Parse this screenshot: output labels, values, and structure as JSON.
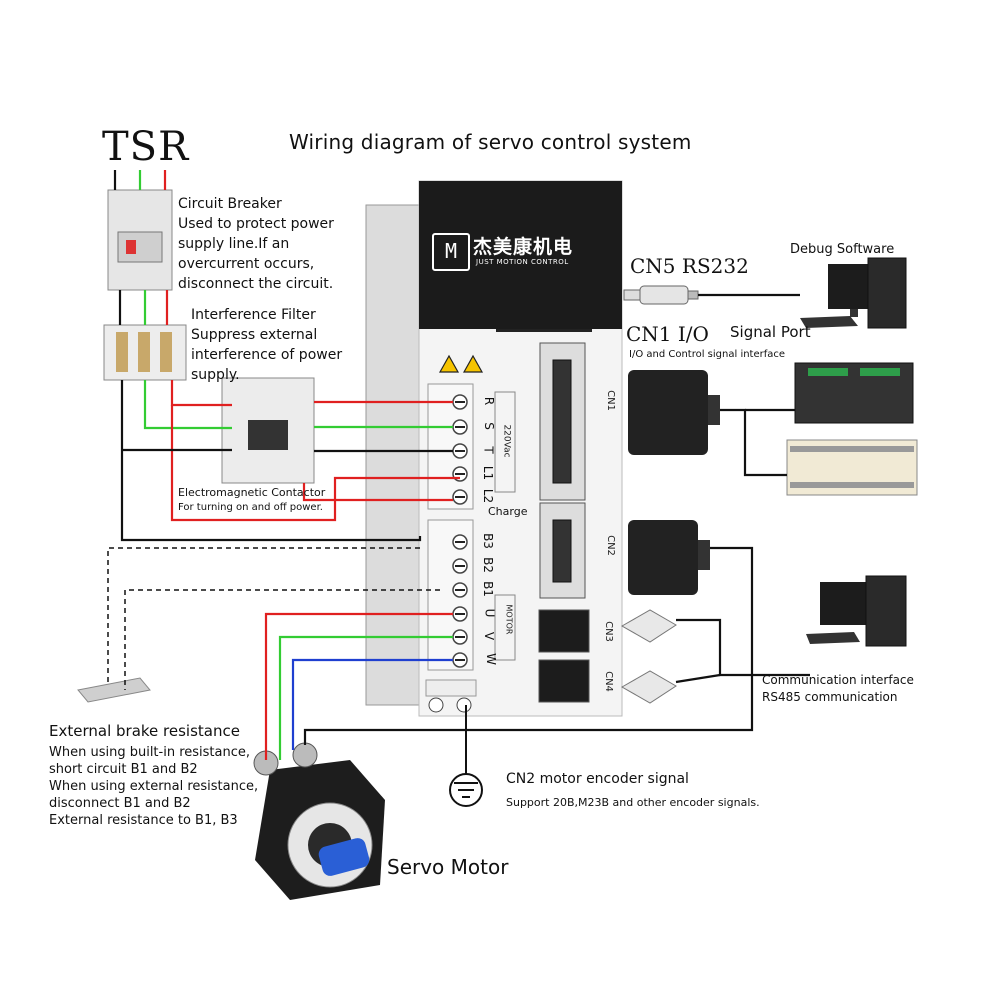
{
  "title": "Wiring diagram of servo control system",
  "power": {
    "label": "TSR"
  },
  "breaker": {
    "title": "Circuit Breaker",
    "lines": [
      "Used to protect power",
      "supply line.If an",
      "overcurrent occurs,",
      "disconnect the circuit."
    ]
  },
  "filter": {
    "title": "Interference Filter",
    "lines": [
      "Suppress external",
      "interference of power",
      "supply."
    ]
  },
  "contactor": {
    "title": "Electromagnetic Contactor",
    "desc": "For turning on and off power."
  },
  "brake": {
    "title": "External brake resistance",
    "lines": [
      "When using built-in resistance,",
      "short circuit B1 and B2",
      "When using external resistance,",
      "disconnect B1 and B2",
      "External resistance to B1, B3"
    ]
  },
  "drive": {
    "brand_cn": "杰美康机电",
    "brand_en": "JUST MOTION CONTROL",
    "brand_mark": "M",
    "power_terminals": [
      "R",
      "S",
      "T",
      "L1",
      "L2"
    ],
    "voltage": "220Vac",
    "charge": "Charge",
    "brake_terminals": [
      "B3",
      "B2",
      "B1"
    ],
    "motor_terminals": [
      "U",
      "V",
      "W"
    ],
    "motor_group": "MOTOR",
    "ports": [
      "CN1",
      "CN2",
      "CN3",
      "CN4"
    ]
  },
  "cn5": {
    "label": "CN5  RS232"
  },
  "debug": {
    "label": "Debug Software"
  },
  "cn1": {
    "label": "CN1  I/O",
    "label2": "Signal Port",
    "desc": "I/O and Control signal interface"
  },
  "comm": {
    "title": "Communication interface",
    "desc": "RS485 communication"
  },
  "encoder": {
    "title": "CN2 motor encoder signal",
    "desc": "Support 20B,M23B and other encoder signals."
  },
  "motor": {
    "label": "Servo Motor"
  },
  "colors": {
    "red": "#e02020",
    "green": "#33cc33",
    "blue": "#1f3fd0",
    "black": "#111111",
    "drive_body": "#f2f2f2",
    "drive_top": "#1b1b1b"
  },
  "icons": [
    "warning-icon",
    "ground-icon",
    "monitor-icon",
    "pc-tower-icon",
    "keyboard-icon",
    "rj45-plug-icon",
    "db-connector-icon",
    "usb-plug-icon"
  ]
}
